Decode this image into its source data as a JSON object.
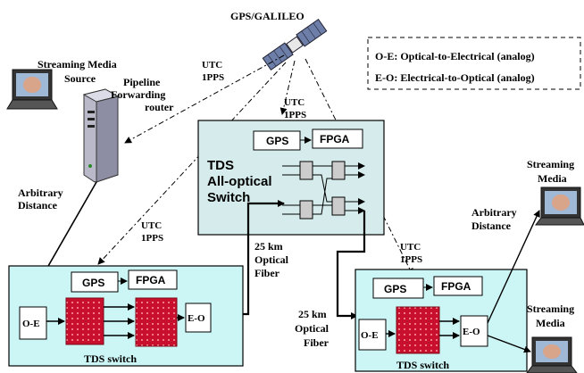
{
  "satellite": {
    "label": "GPS/GALILEO"
  },
  "legend": {
    "line1": "O-E: Optical-to-Electrical (analog)",
    "line2": "E-O: Electrical-to-Optical (analog)"
  },
  "source": {
    "label_line1": "Streaming Media",
    "label_line2": "Source"
  },
  "router": {
    "label_line1": "Pipeline",
    "label_line2": "Forwarding",
    "label_line3": "router"
  },
  "links": {
    "utc_sat_router_1": "UTC",
    "utc_sat_router_2": "1PPS",
    "utc_sat_core_1": "UTC",
    "utc_sat_core_2": "1PPS",
    "utc_sat_left_1": "UTC",
    "utc_sat_left_2": "1PPS",
    "utc_sat_right_1": "UTC",
    "utc_sat_right_2": "1PPS",
    "arbitrary_left_1": "Arbitrary",
    "arbitrary_left_2": "Distance",
    "arbitrary_right_1": "Arbitrary",
    "arbitrary_right_2": "Distance",
    "fiber_top_1": "25 km",
    "fiber_top_2": "Optical",
    "fiber_top_3": "Fiber",
    "fiber_bottom_1": "25 km",
    "fiber_bottom_2": "Optical",
    "fiber_bottom_3": "Fiber"
  },
  "core_switch": {
    "gps": "GPS",
    "fpga": "FPGA",
    "title_1": "TDS",
    "title_2": "All-optical",
    "title_3": "Switch"
  },
  "left_switch": {
    "gps": "GPS",
    "fpga": "FPGA",
    "oe": "O-E",
    "eo": "E-O",
    "caption": "TDS switch"
  },
  "right_switch": {
    "gps": "GPS",
    "fpga": "FPGA",
    "oe": "O-E",
    "eo": "E-O",
    "caption": "TDS switch"
  },
  "sink_top": {
    "label_1": "Streaming",
    "label_2": "Media"
  },
  "sink_bottom": {
    "label_1": "Streaming",
    "label_2": "Media"
  },
  "colors": {
    "switch_fill": "#ccf5f5",
    "core_fill": "#d6ebeb",
    "board_red": "#c8102e"
  }
}
